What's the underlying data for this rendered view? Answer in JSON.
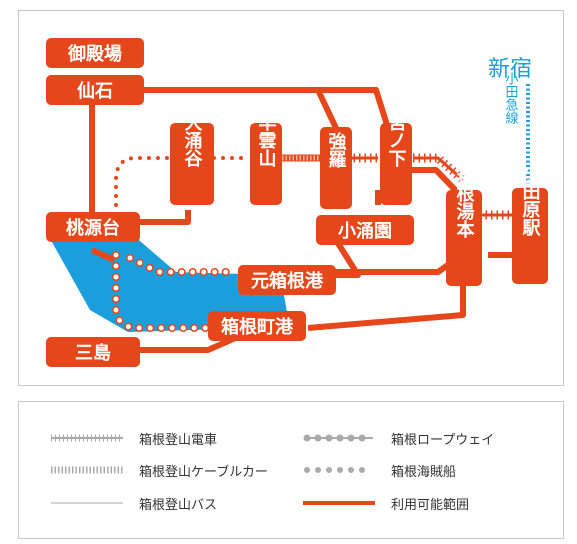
{
  "map": {
    "stations": {
      "gotemba": "御殿場",
      "sengoku": "仙石",
      "togendai": "桃源台",
      "mishima": "三島",
      "owakudani": "大涌谷",
      "souunzan": "早雲山",
      "gora": "強羅",
      "miyanoshita": "宮ノ下",
      "kowakien": "小涌園",
      "hakone_yumoto": "箱根湯本",
      "odawara": "小田原駅",
      "motohakone": "元箱根港",
      "hakonemachi": "箱根町港",
      "shinjuku": "新宿",
      "odakyu_line": "小田急線"
    },
    "colors": {
      "range": "#e5471b",
      "lake": "#1a9fdc",
      "odakyu": "#1a9fdc",
      "ropeway": "#e5471b",
      "station_text": "#ffffff"
    }
  },
  "legend": {
    "items": [
      {
        "label": "箱根登山電車",
        "swatch": "railway-track"
      },
      {
        "label": "箱根ロープウェイ",
        "swatch": "ropeway-dots"
      },
      {
        "label": "箱根登山ケーブルカー",
        "swatch": "cable-hatch"
      },
      {
        "label": "箱根海賊船",
        "swatch": "ship-dots"
      },
      {
        "label": "箱根登山バス",
        "swatch": "bus-line"
      },
      {
        "label": "利用可能範囲",
        "swatch": "range-line"
      }
    ]
  }
}
